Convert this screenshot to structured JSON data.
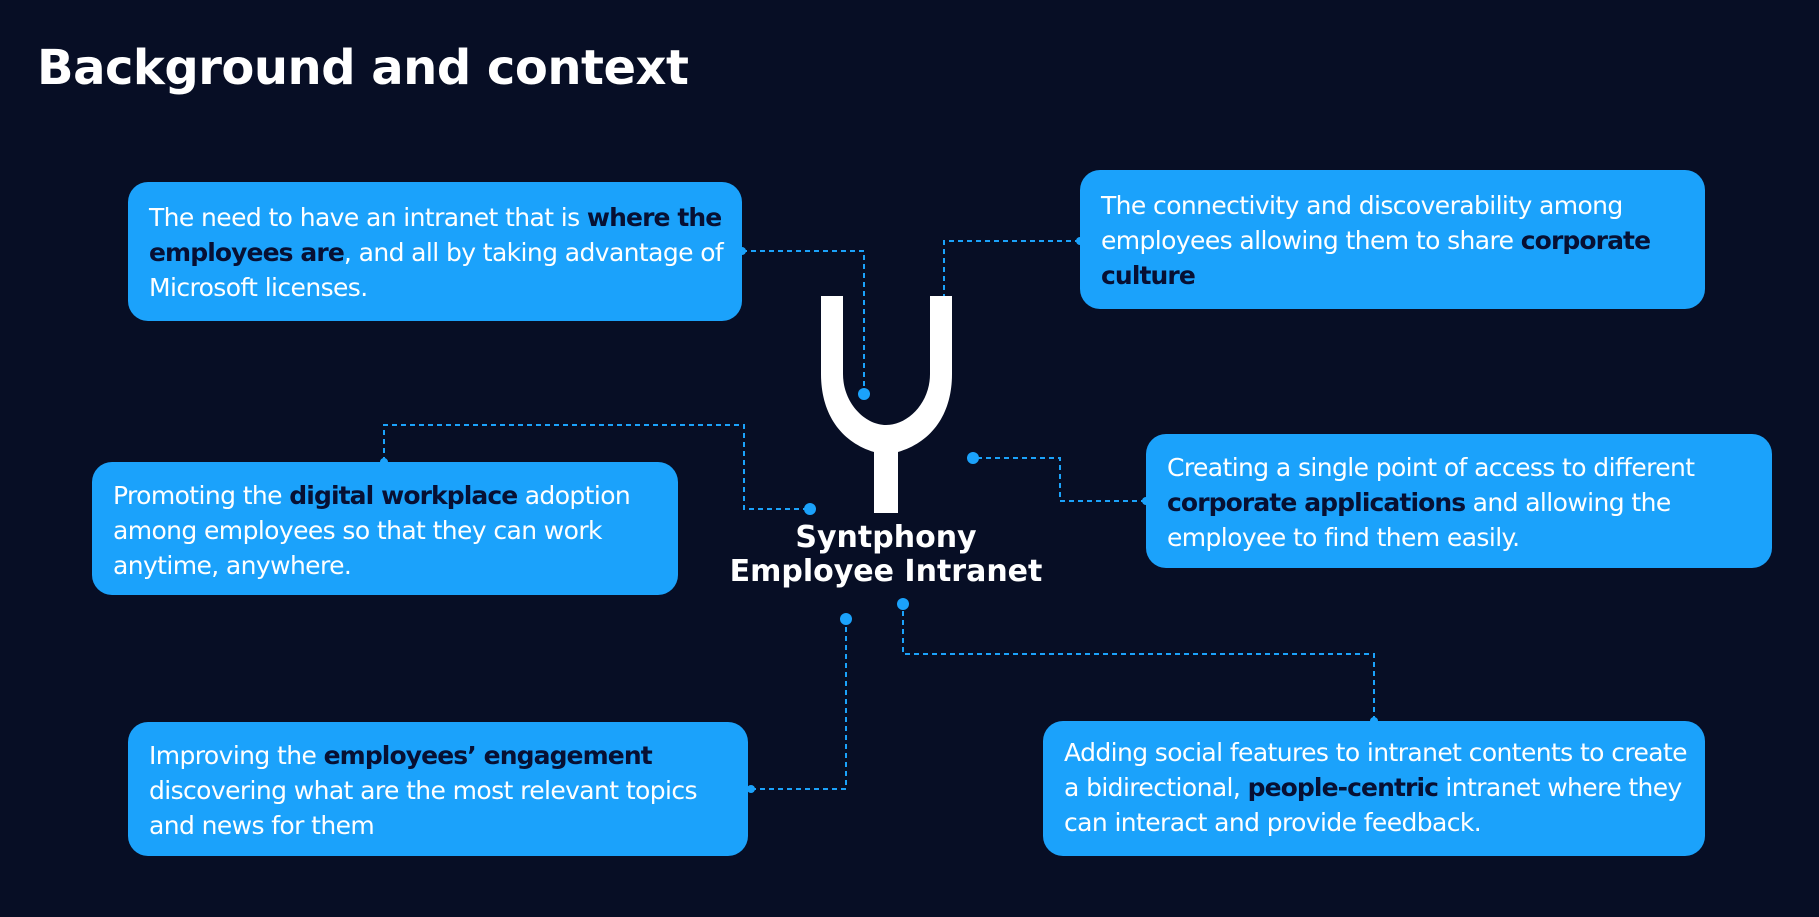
{
  "title": "Background and context",
  "center": {
    "logo_name": "syntphony-logo-icon",
    "line1": "Syntphony",
    "line2": "Employee Intranet"
  },
  "cards": [
    {
      "parts": [
        "The need to have an intranet that is ",
        "where the employees are",
        ", and all by taking advantage of Microsoft licenses."
      ]
    },
    {
      "parts": [
        "The connectivity and discoverability among employees allowing them to share ",
        "corporate culture",
        ""
      ]
    },
    {
      "parts": [
        "Promoting the ",
        "digital workplace",
        " adoption among employees so that they can work anytime, anywhere."
      ]
    },
    {
      "parts": [
        "Creating a single point of access to different ",
        "corporate applications",
        " and allowing the employee to find them easily."
      ]
    },
    {
      "parts": [
        "Improving the ",
        "employees’ engagement",
        " discovering what are the most relevant topics and news for them"
      ]
    },
    {
      "parts": [
        "Adding social features to intranet contents to create a bidirectional, ",
        "people-centric",
        " intranet where they can interact and provide feedback."
      ]
    }
  ],
  "colors": {
    "background": "#070e25",
    "card": "#1ba2fb",
    "highlight": "#071033",
    "connector": "#1ba2fb"
  }
}
